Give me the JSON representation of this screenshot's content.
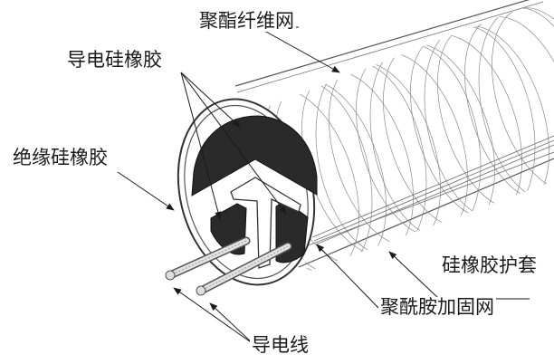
{
  "labels": {
    "polyester_mesh": "聚酯纤维网",
    "conductive_rubber": "导电硅橡胶",
    "insulating_rubber": "绝缘硅橡胶",
    "silicone_jacket": "硅橡胶护套",
    "polyamide_mesh": "聚酰胺加固网",
    "conductor_wire": "导电线"
  },
  "colors": {
    "line": "#333333",
    "mesh": "#8a8a8a",
    "conductive_fill": "#2a2a2a",
    "wire": "#bfbfbf"
  }
}
